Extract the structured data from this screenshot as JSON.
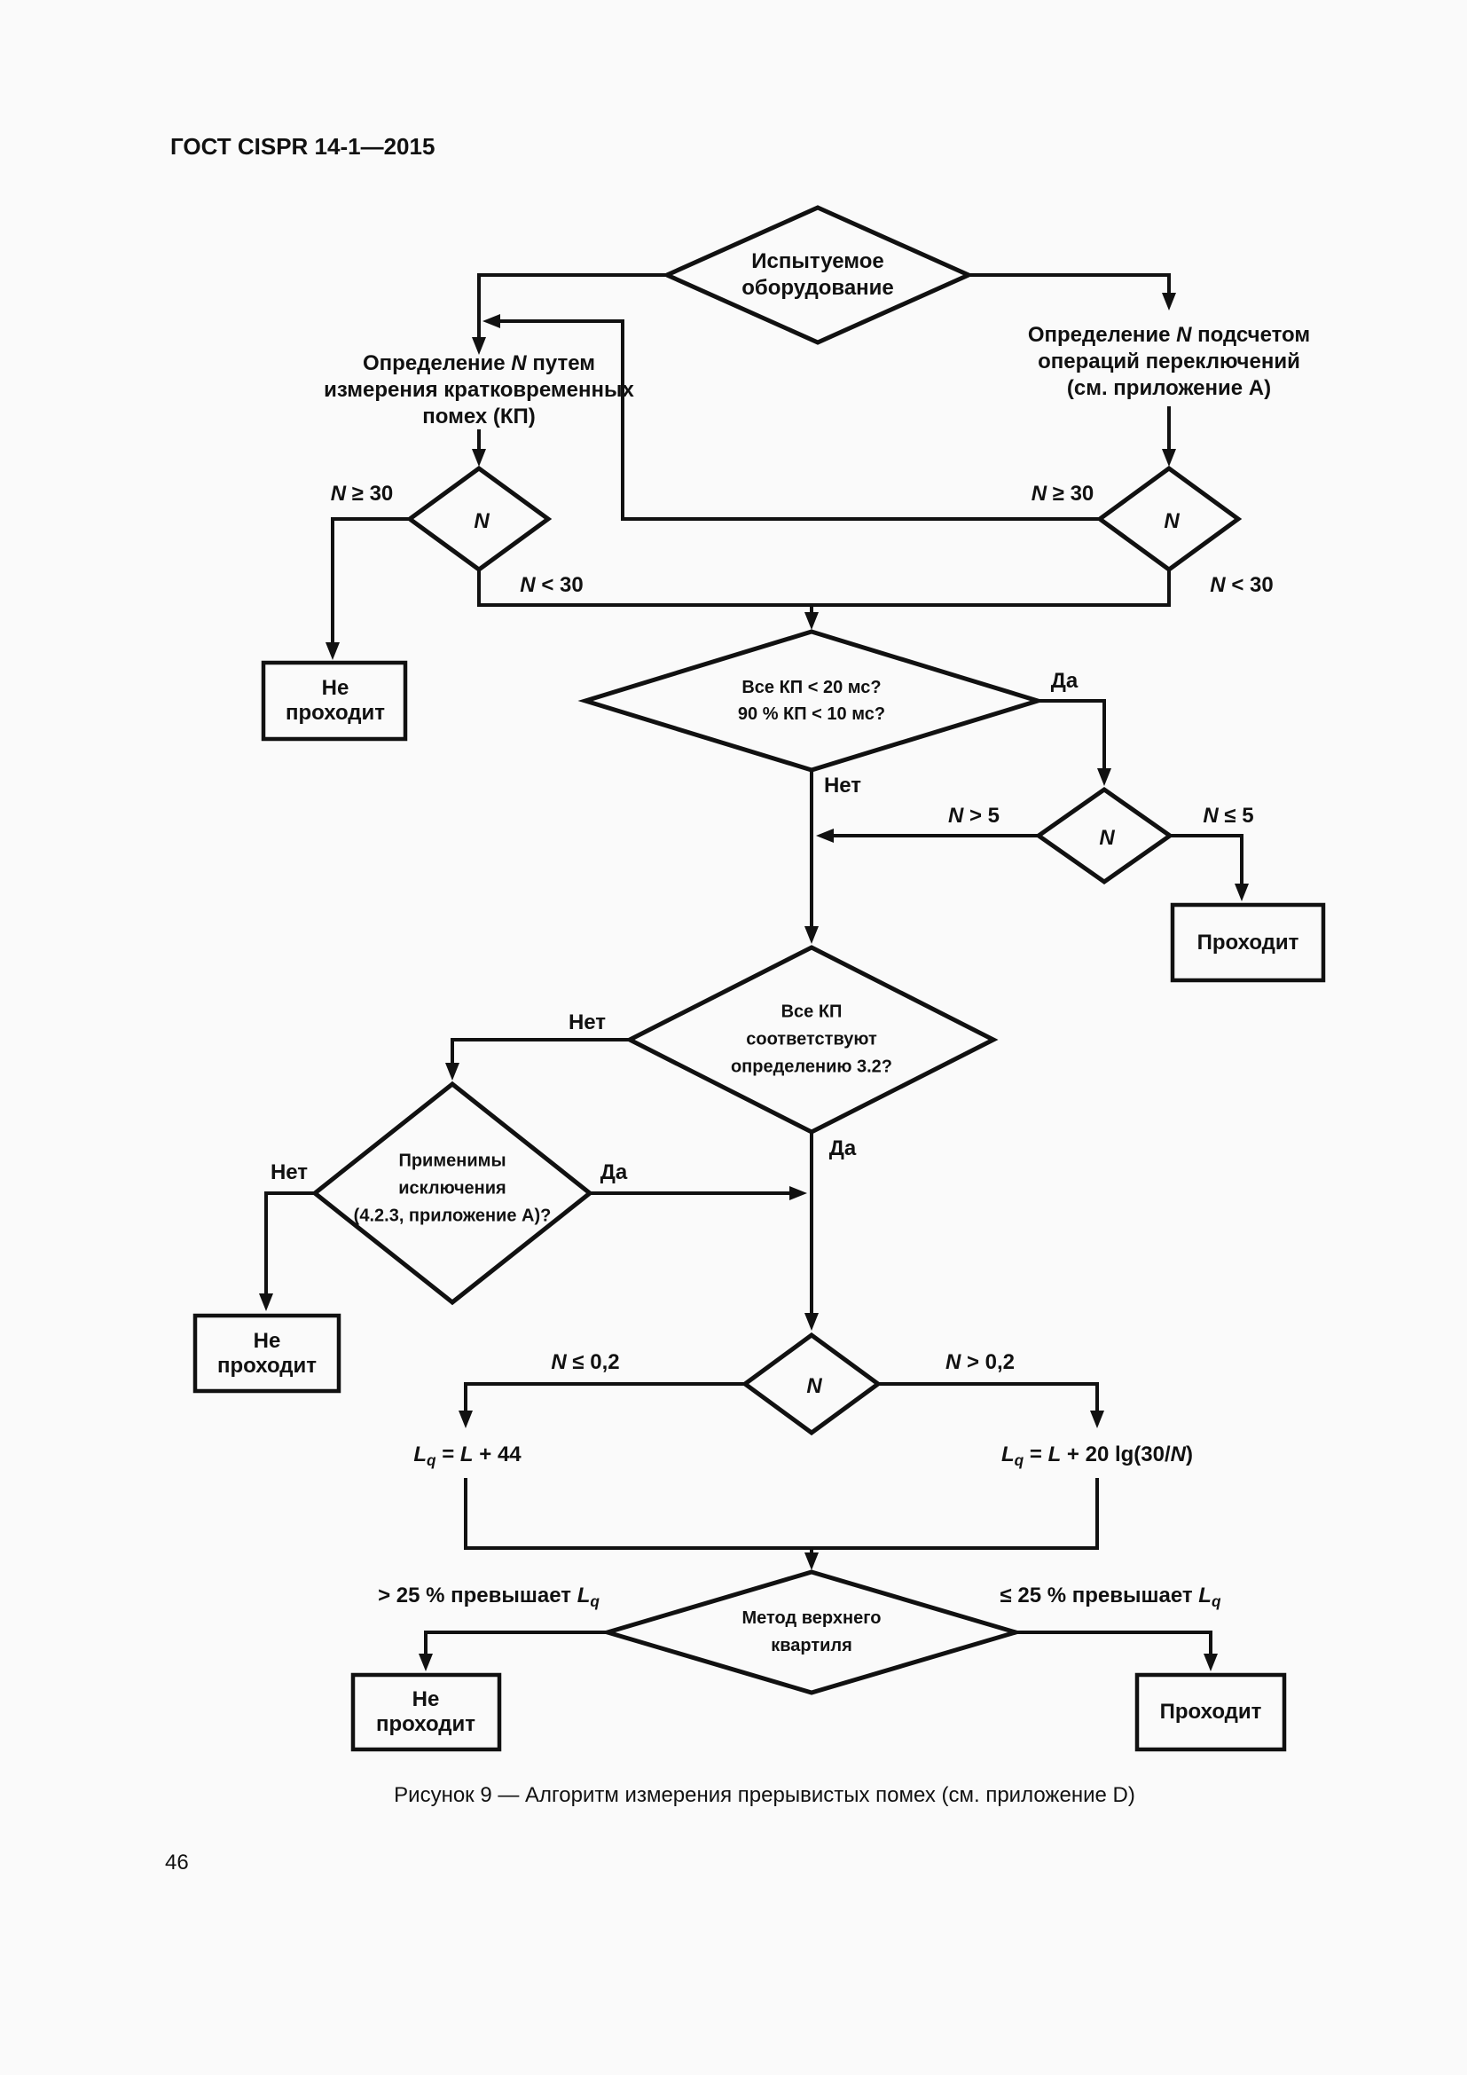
{
  "page": {
    "header": "ГОСТ CISPR 14-1—2015",
    "caption": "Рисунок 9 — Алгоритм измерения прерывистых помех (см. приложение D)",
    "page_number": "46"
  },
  "colors": {
    "ink": "#111111",
    "paper": "#fafafa"
  },
  "flowchart": {
    "nodes": {
      "equipment": {
        "lines": [
          [
            {
              "t": "Испытуемое"
            }
          ],
          [
            {
              "t": "оборудование"
            }
          ]
        ]
      },
      "determine_by_click": {
        "lines": [
          [
            {
              "t": "Определение "
            },
            {
              "t": "N",
              "i": true
            },
            {
              "t": " путем"
            }
          ],
          [
            {
              "t": "измерения кратковременных"
            }
          ],
          [
            {
              "t": "помех (КП)"
            }
          ]
        ]
      },
      "determine_by_count": {
        "lines": [
          [
            {
              "t": "Определение "
            },
            {
              "t": "N",
              "i": true
            },
            {
              "t": " подсчетом"
            }
          ],
          [
            {
              "t": "операций переключений"
            }
          ],
          [
            {
              "t": "(см. приложение А)"
            }
          ]
        ]
      },
      "n_diamond_left": {
        "lines": [
          [
            {
              "t": "N",
              "i": true
            }
          ]
        ]
      },
      "n_diamond_right": {
        "lines": [
          [
            {
              "t": "N",
              "i": true
            }
          ]
        ]
      },
      "fail_top_left": {
        "lines": [
          [
            {
              "t": "Не"
            }
          ],
          [
            {
              "t": "проходит"
            }
          ]
        ]
      },
      "all_clicks_20ms": {
        "lines": [
          [
            {
              "t": "Все КП < 20 мс?"
            }
          ],
          [
            {
              "t": "90 % КП < 10 мс?"
            }
          ]
        ]
      },
      "n_diamond_5": {
        "lines": [
          [
            {
              "t": "N",
              "i": true
            }
          ]
        ]
      },
      "pass_right": {
        "lines": [
          [
            {
              "t": "Проходит"
            }
          ]
        ]
      },
      "clicks_conform": {
        "lines": [
          [
            {
              "t": "Все КП"
            }
          ],
          [
            {
              "t": "соответствуют"
            }
          ],
          [
            {
              "t": "определению 3.2?"
            }
          ]
        ]
      },
      "exceptions_apply": {
        "lines": [
          [
            {
              "t": "Применимы"
            }
          ],
          [
            {
              "t": "исключения"
            }
          ],
          [
            {
              "t": "(4.2.3, приложение А)?"
            }
          ]
        ]
      },
      "fail_mid_left": {
        "lines": [
          [
            {
              "t": "Не"
            }
          ],
          [
            {
              "t": "проходит"
            }
          ]
        ]
      },
      "n_diamond_02": {
        "lines": [
          [
            {
              "t": "N",
              "i": true
            }
          ]
        ]
      },
      "formula_left": {
        "lines": [
          [
            {
              "t": "L",
              "i": true
            },
            {
              "t": "q",
              "i": true,
              "sub": true
            },
            {
              "t": " = "
            },
            {
              "t": "L",
              "i": true
            },
            {
              "t": " + 44"
            }
          ]
        ]
      },
      "formula_right": {
        "lines": [
          [
            {
              "t": "L",
              "i": true
            },
            {
              "t": "q",
              "i": true,
              "sub": true
            },
            {
              "t": " = "
            },
            {
              "t": "L",
              "i": true
            },
            {
              "t": " + 20 lg(30/"
            },
            {
              "t": "N",
              "i": true
            },
            {
              "t": ")"
            }
          ]
        ]
      },
      "upper_quartile": {
        "lines": [
          [
            {
              "t": "Метод верхнего"
            }
          ],
          [
            {
              "t": "квартиля"
            }
          ]
        ]
      },
      "fail_bottom": {
        "lines": [
          [
            {
              "t": "Не"
            }
          ],
          [
            {
              "t": "проходит"
            }
          ]
        ]
      },
      "pass_bottom": {
        "lines": [
          [
            {
              "t": "Проходит"
            }
          ]
        ]
      }
    },
    "edge_labels": {
      "n_ge_30_left": [
        [
          {
            "t": "N",
            "i": true
          },
          {
            "t": " ≥ 30"
          }
        ]
      ],
      "n_lt_30_left": [
        [
          {
            "t": "N",
            "i": true
          },
          {
            "t": " < 30"
          }
        ]
      ],
      "n_ge_30_right": [
        [
          {
            "t": "N",
            "i": true
          },
          {
            "t": " ≥ 30"
          }
        ]
      ],
      "n_lt_30_right": [
        [
          {
            "t": "N",
            "i": true
          },
          {
            "t": " < 30"
          }
        ]
      ],
      "yes_1": [
        [
          {
            "t": "Да"
          }
        ]
      ],
      "no_1": [
        [
          {
            "t": "Нет"
          }
        ]
      ],
      "n_gt_5": [
        [
          {
            "t": "N",
            "i": true
          },
          {
            "t": " > 5"
          }
        ]
      ],
      "n_le_5": [
        [
          {
            "t": "N",
            "i": true
          },
          {
            "t": " ≤ 5"
          }
        ]
      ],
      "no_2": [
        [
          {
            "t": "Нет"
          }
        ]
      ],
      "yes_2": [
        [
          {
            "t": "Да"
          }
        ]
      ],
      "no_3": [
        [
          {
            "t": "Нет"
          }
        ]
      ],
      "yes_3": [
        [
          {
            "t": "Да"
          }
        ]
      ],
      "n_le_02": [
        [
          {
            "t": "N",
            "i": true
          },
          {
            "t": " ≤ 0,2"
          }
        ]
      ],
      "n_gt_02": [
        [
          {
            "t": "N",
            "i": true
          },
          {
            "t": " > 0,2"
          }
        ]
      ],
      "gt_25": [
        [
          {
            "t": "> 25 % превышает "
          },
          {
            "t": "L",
            "i": true
          },
          {
            "t": "q",
            "i": true,
            "sub": true
          }
        ]
      ],
      "le_25": [
        [
          {
            "t": "≤ 25 % превышает "
          },
          {
            "t": "L",
            "i": true
          },
          {
            "t": "q",
            "i": true,
            "sub": true
          }
        ]
      ]
    }
  }
}
